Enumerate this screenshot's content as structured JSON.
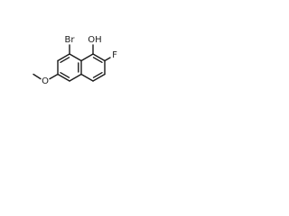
{
  "molecule": {
    "atoms": {
      "bromine": "Br",
      "hydroxyl": "OH",
      "fluorine": "F",
      "methoxy_oxygen": "O"
    }
  }
}
